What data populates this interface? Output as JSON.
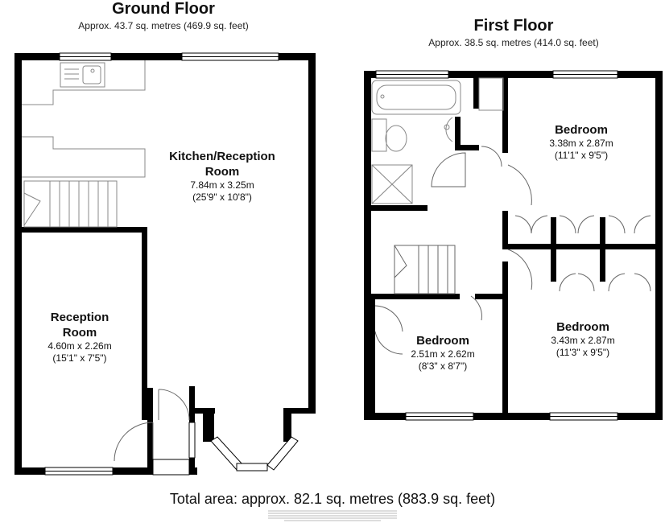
{
  "ground_floor": {
    "title": "Ground Floor",
    "area": "Approx.  43.7 sq. metres (469.9 sq. feet)",
    "rooms": [
      {
        "name_line1": "Kitchen/Reception",
        "name_line2": "Room",
        "metric": "7.84m x 3.25m",
        "imperial": "(25'9\" x 10'8\")"
      },
      {
        "name_line1": "Reception",
        "name_line2": "Room",
        "metric": "4.60m x 2.26m",
        "imperial": "(15'1\" x 7'5\")"
      }
    ]
  },
  "first_floor": {
    "title": "First Floor",
    "area": "Approx.  38.5 sq. metres (414.0 sq. feet)",
    "rooms": [
      {
        "name": "Bedroom",
        "metric": "3.38m x 2.87m",
        "imperial": "(11'1\" x 9'5\")"
      },
      {
        "name": "Bedroom",
        "metric": "2.51m x 2.62m",
        "imperial": "(8'3\" x 8'7\")"
      },
      {
        "name": "Bedroom",
        "metric": "3.43m x 2.87m",
        "imperial": "(11'3\" x 9'5\")"
      }
    ]
  },
  "total_area": "Total area: approx.  82.1 sq. metres (883.9 sq. feet)",
  "colors": {
    "wall": "#000000",
    "fixture": "#888888",
    "background": "#ffffff"
  }
}
